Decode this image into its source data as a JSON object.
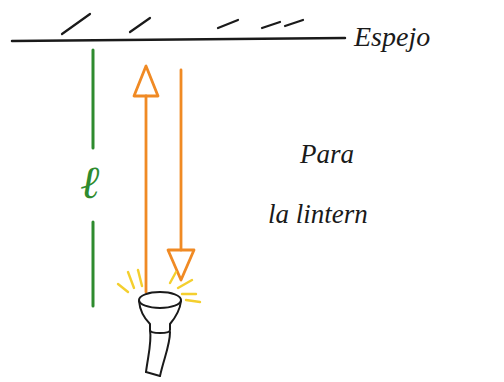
{
  "diagram": {
    "labels": [
      "Espejo",
      "ℓ",
      "Para",
      "la lintern"
    ]
  }
}
